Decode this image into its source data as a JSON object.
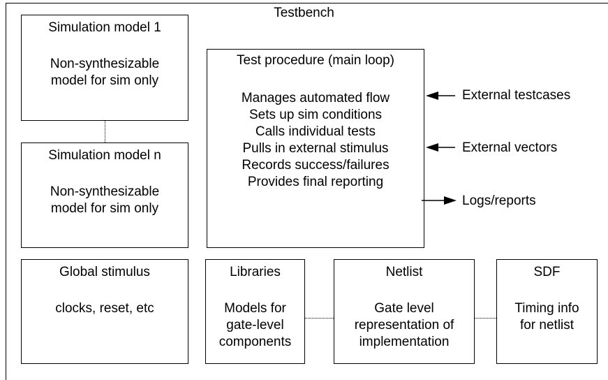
{
  "title": "Testbench",
  "sim_model_1": {
    "title": "Simulation model 1",
    "line1": "Non-synthesizable",
    "line2": "model for sim only"
  },
  "sim_model_n": {
    "title": "Simulation model n",
    "line1": "Non-synthesizable",
    "line2": "model for sim only"
  },
  "test_procedure": {
    "title": "Test procedure (main loop)",
    "items": [
      "Manages automated flow",
      "Sets up sim conditions",
      "Calls individual tests",
      "Pulls in external stimulus",
      "Records success/failures",
      "Provides final reporting"
    ]
  },
  "external": {
    "testcases": "External testcases",
    "vectors": "External vectors",
    "logs": "Logs/reports"
  },
  "global_stimulus": {
    "title": "Global stimulus",
    "line1": "clocks, reset, etc"
  },
  "libraries": {
    "title": "Libraries",
    "line1": "Models for",
    "line2": "gate-level",
    "line3": "components"
  },
  "netlist": {
    "title": "Netlist",
    "line1": "Gate level",
    "line2": "representation of",
    "line3": "implementation"
  },
  "sdf": {
    "title": "SDF",
    "line1": "Timing info",
    "line2": "for netlist"
  }
}
